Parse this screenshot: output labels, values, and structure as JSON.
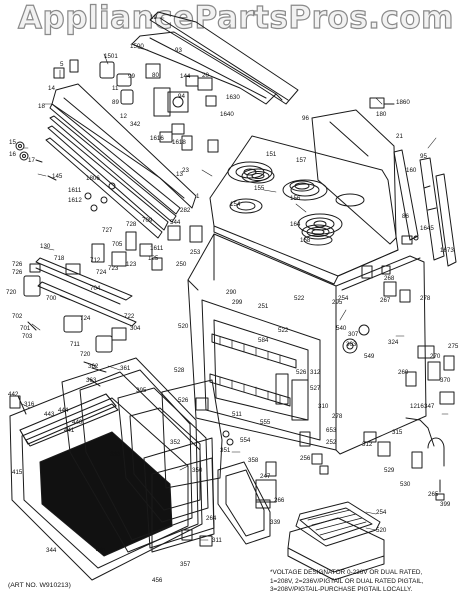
{
  "watermark": "AppliancePartsPros.com",
  "art_number": "(ART NO. W910213)",
  "footnote": "*VOLTAGE DESIGNATOR 0-236V OR DUAL RATED,\n1=208V, 2=236V/PIGTAIL OR DUAL RATED PIGTAIL,\n3=208V/PIGTAIL-PURCHASE PIGTAIL LOCALLY.",
  "callouts": [
    "19",
    "1500",
    "93",
    "5",
    "99",
    "1501",
    "80",
    "144",
    "20",
    "18",
    "1630",
    "89",
    "14",
    "1640",
    "11",
    "12",
    "342",
    "1616",
    "1618",
    "94",
    "96",
    "180",
    "1860",
    "21",
    "15",
    "16",
    "17",
    "145",
    "1806",
    "1611",
    "1612",
    "13",
    "155",
    "151",
    "157",
    "156",
    "154",
    "158",
    "95",
    "160",
    "164",
    "86",
    "1645",
    "1673",
    "23",
    "282",
    "544",
    "728",
    "709",
    "727",
    "1",
    "253",
    "250",
    "1611",
    "125",
    "123",
    "723",
    "130",
    "726",
    "704",
    "705",
    "712",
    "724",
    "726",
    "720",
    "718",
    "700",
    "701",
    "702",
    "703",
    "711",
    "304",
    "724",
    "722",
    "720",
    "361",
    "363",
    "362",
    "299",
    "290",
    "251",
    "520",
    "522",
    "584",
    "528",
    "254",
    "267",
    "268",
    "522",
    "295",
    "278",
    "540",
    "549",
    "324",
    "270",
    "260",
    "307",
    "303",
    "275",
    "370",
    "347",
    "526",
    "527",
    "310",
    "312",
    "526",
    "511",
    "555",
    "554",
    "653",
    "1216",
    "278",
    "312",
    "315",
    "316",
    "443",
    "444",
    "440",
    "441",
    "442",
    "393",
    "415",
    "395",
    "350",
    "351",
    "352",
    "358",
    "247",
    "252",
    "256",
    "254",
    "520",
    "530",
    "529",
    "265",
    "264",
    "266",
    "357",
    "344",
    "441",
    "339",
    "311",
    "456",
    "399",
    "399",
    "266"
  ]
}
